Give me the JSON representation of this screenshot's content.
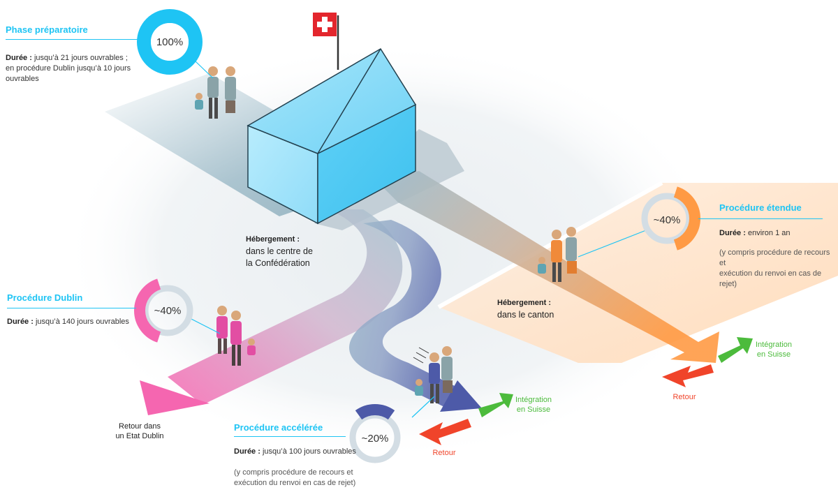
{
  "swiss_flag": {
    "icon": "swiss-flag-icon",
    "color": "#e3262d"
  },
  "colors": {
    "cyan": "#1ec4f4",
    "pink": "#f566b0",
    "navy": "#4d5aa8",
    "orange": "#ff9a44",
    "green": "#4cbb3c",
    "red": "#f0442a",
    "ring_gray": "#d3dde4"
  },
  "phases": {
    "preparatory": {
      "title": "Phase préparatoire",
      "percent_label": "100%",
      "share": 1.0,
      "duration_label": "Durée :",
      "duration_text": "jusqu’à 21 jours ouvrables ;",
      "duration_text2": "en procédure Dublin jusqu’à 10 jours",
      "duration_text3": "ouvrables"
    },
    "dublin": {
      "title": "Procédure Dublin",
      "percent_label": "~40%",
      "share": 0.4,
      "duration_label": "Durée :",
      "duration_text": "jusqu’à 140 jours ouvrables",
      "outcome": {
        "line1": "Retour dans",
        "line2": "un Etat Dublin"
      }
    },
    "accelerated": {
      "title": "Procédure accélérée",
      "percent_label": "~20%",
      "share": 0.2,
      "duration_label": "Durée :",
      "duration_text": "jusqu’à 100 jours ouvrables",
      "note1": "(y compris procédure de recours et",
      "note2": "exécution du renvoi en cas de rejet)",
      "integration": {
        "line1": "Intégration",
        "line2": "en Suisse"
      },
      "return": "Retour"
    },
    "extended": {
      "title": "Procédure étendue",
      "percent_label": "~40%",
      "share": 0.4,
      "duration_label": "Durée :",
      "duration_text": "environ 1 an",
      "note1": "(y compris procédure de recours et",
      "note2": "exécution du renvoi en cas de rejet)",
      "integration": {
        "line1": "Intégration",
        "line2": "en Suisse"
      },
      "return": "Retour"
    }
  },
  "accommodation": {
    "federal": {
      "label": "Hébergement :",
      "line1": "dans le centre de",
      "line2": "la Confédération"
    },
    "canton": {
      "label": "Hébergement :",
      "line1": "dans le canton"
    }
  }
}
